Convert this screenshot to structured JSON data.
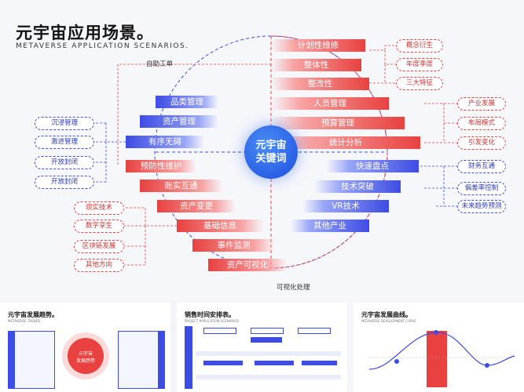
{
  "header": {
    "title": "元宇宙应用场景。",
    "subtitle": "METAVERSE APPLICATION SCENARIOS."
  },
  "center": {
    "line1": "元宇宙",
    "line2": "关键词"
  },
  "axis": {
    "top": "自助工单",
    "bottom": "可视化处理"
  },
  "right_top": [
    "计划性维修",
    "整体性",
    "整改性",
    "人员管理",
    "预算管理",
    "统计分析"
  ],
  "right_bottom": [
    "快速盘点",
    "技术突破",
    "VR技术",
    "其他产业"
  ],
  "left_top": [
    "品类管理",
    "资产管理",
    "有序无碍"
  ],
  "left_bottom": [
    "预防性维护",
    "账实互通",
    "资产变更",
    "基础信息",
    "事件监测",
    "资产可视化"
  ],
  "pills_right_top1": [
    "概念衍生",
    "年度季度",
    "三大特征"
  ],
  "pills_right_top2": [
    "产业发展",
    "布局模式",
    "引发变化"
  ],
  "pills_right_bottom": [
    "财务互通",
    "偏差率控制",
    "未来趋势预测"
  ],
  "pills_left_top": [
    "沉浸管理",
    "激进管理",
    "开放封闭",
    "开放封闭"
  ],
  "pills_left_bottom": [
    "现实技术",
    "数字孪生",
    "区块链发展",
    "其他方向"
  ],
  "colors": {
    "red": "#e8413f",
    "blue": "#3d4ce3"
  },
  "thumbnails": [
    {
      "title": "元宇宙发展趋势。",
      "subtitle": "METAVERSE TRENDS",
      "center_line1": "元宇宙",
      "center_line2": "发展趋势"
    },
    {
      "title": "销售时间安排表。",
      "subtitle": "PROJECT APPLICATION SCENARIOS"
    },
    {
      "title": "元宇宙发展曲线。",
      "subtitle": "METAVERSE DEVELOPMENT CURVE"
    }
  ]
}
